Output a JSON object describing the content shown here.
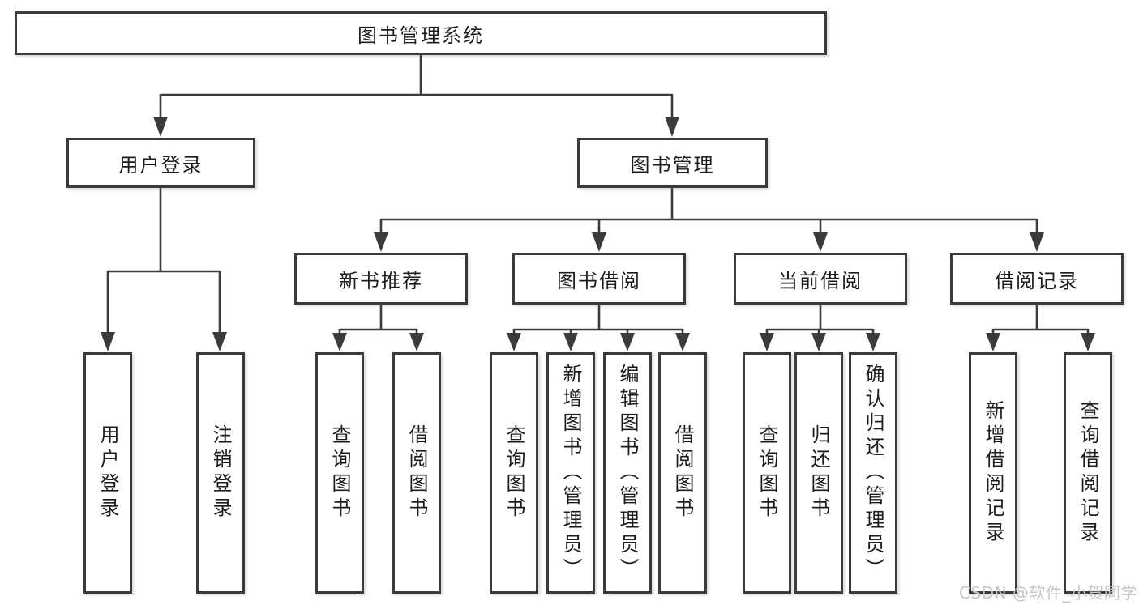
{
  "diagram_title": "图书管理系统",
  "tree": {
    "root": {
      "label": "图书管理系统"
    },
    "level2": [
      {
        "label": "用户登录"
      },
      {
        "label": "图书管理"
      }
    ],
    "level3": [
      {
        "label": "新书推荐"
      },
      {
        "label": "图书借阅"
      },
      {
        "label": "当前借阅"
      },
      {
        "label": "借阅记录"
      }
    ],
    "leaves": {
      "user_login": [
        {
          "label": "用户登录"
        },
        {
          "label": "注销登录"
        }
      ],
      "new_book": [
        {
          "label": "查询图书"
        },
        {
          "label": "借阅图书"
        }
      ],
      "book_borrow": [
        {
          "label": "查询图书"
        },
        {
          "label": "新增图书（管理员）"
        },
        {
          "label": "编辑图书（管理员）"
        },
        {
          "label": "借阅图书"
        }
      ],
      "current_borrow": [
        {
          "label": "查询图书"
        },
        {
          "label": "归还图书"
        },
        {
          "label": "确认归还（管理员）"
        }
      ],
      "borrow_record": [
        {
          "label": "新增借阅记录"
        },
        {
          "label": "查询借阅记录"
        }
      ]
    }
  },
  "watermark": {
    "text": "CSDN @软件_小贺同学"
  },
  "colors": {
    "line": "#3b3b3b",
    "box_border": "#3b3b3b",
    "text": "#1c1c1c",
    "background": "#ffffff",
    "watermark": "#c6c6c6"
  }
}
